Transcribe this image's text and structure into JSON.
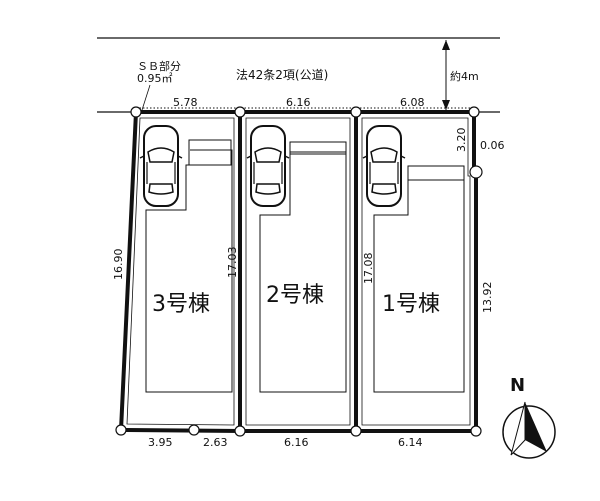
{
  "road": {
    "label": "法42条2項(公道)",
    "width_label": "約4m",
    "setback_label_line1": "ＳＢ部分",
    "setback_label_line2": "0.95㎡"
  },
  "dimensions": {
    "top": [
      "5.78",
      "6.16",
      "6.08"
    ],
    "bottom": [
      "3.95",
      "2.63",
      "6.16",
      "6.14"
    ],
    "left_side": "16.90",
    "right_side": "13.92",
    "right_upper": "3.20",
    "right_offset": "0.06",
    "divider_1": "17.03",
    "divider_2": "17.08"
  },
  "lots": [
    {
      "label": "3号棟"
    },
    {
      "label": "2号棟"
    },
    {
      "label": "1号棟"
    }
  ],
  "compass": {
    "label": "N"
  }
}
